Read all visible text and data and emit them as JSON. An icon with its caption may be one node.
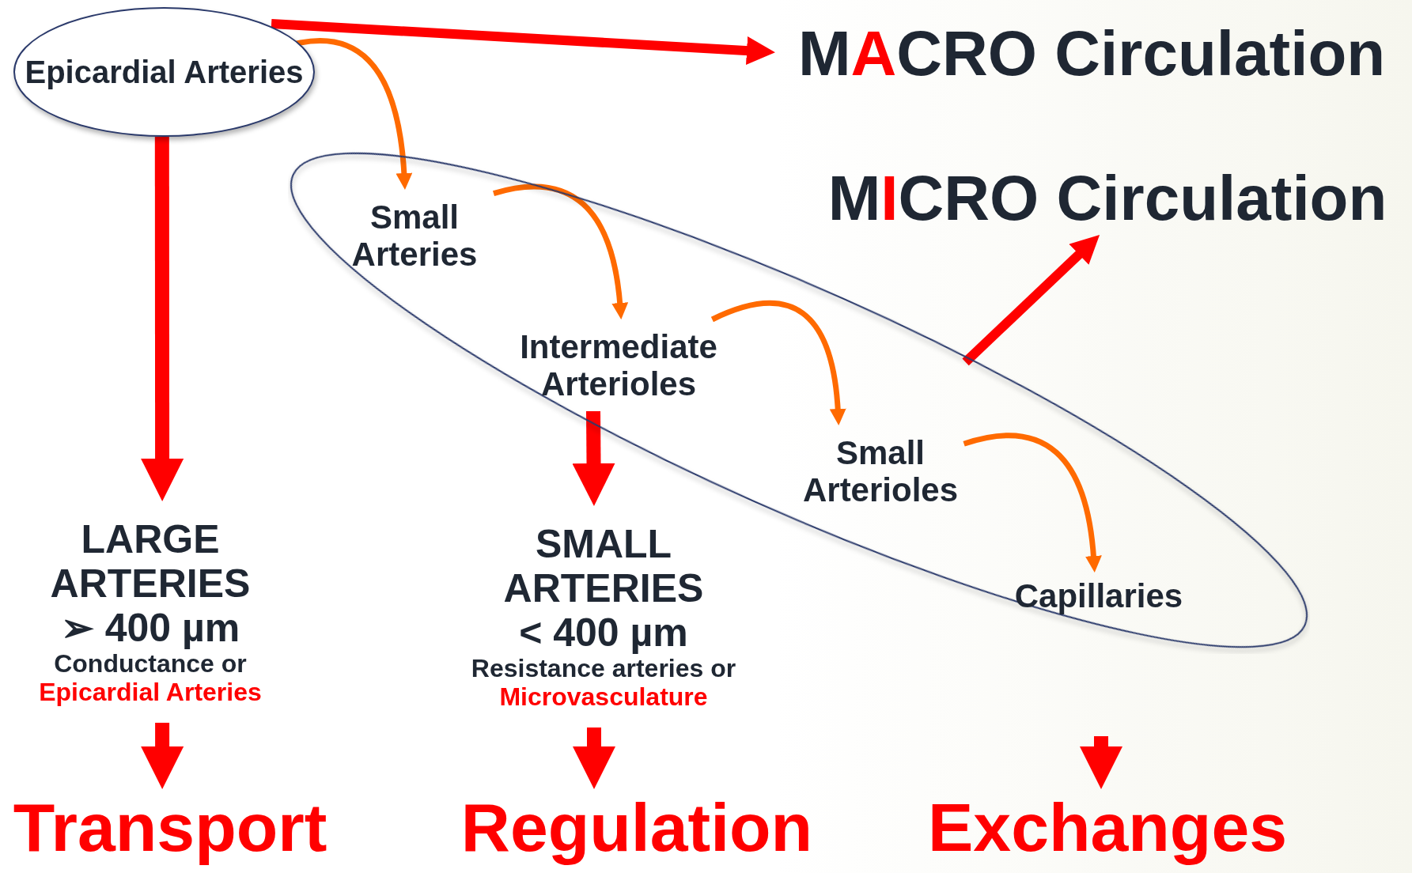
{
  "diagram": {
    "nodes": [
      {
        "text": [
          "Epicardial Arteries"
        ]
      },
      {
        "text": [
          "MACRO Circulation"
        ]
      },
      {
        "text": [
          "MICRO Circulation"
        ]
      },
      {
        "text": [],
        "shape": "ellipse"
      },
      {
        "text": [
          "Small Arteries"
        ],
        "in": 3
      },
      {
        "text": [
          "Intermediate Arterioles"
        ],
        "in": 3
      },
      {
        "text": [
          "Small Arterioles"
        ],
        "in": 3
      },
      {
        "text": [
          "Capillaries"
        ],
        "in": 3
      },
      {
        "text": [
          "LARGE ARTERIES",
          "➢ 400 µm",
          "Conductance or",
          "Epicardial Arteries"
        ]
      },
      {
        "text": [
          "SMALL ARTERIES",
          "< 400 µm",
          "Resistance arteries or",
          "Microvasculature"
        ]
      },
      {
        "text": [
          "Transport"
        ]
      },
      {
        "text": [
          "Regulation"
        ]
      },
      {
        "text": [
          "Exchanges"
        ]
      }
    ],
    "edges": [
      {
        "from": 0,
        "to": 1,
        "arrow": "to"
      },
      {
        "from": 0,
        "to": 8,
        "arrow": "to"
      },
      {
        "from": 0,
        "to": 4,
        "arrow": "to",
        "color": "#ff6a00"
      },
      {
        "from": 4,
        "to": 5,
        "arrow": "to",
        "color": "#ff6a00"
      },
      {
        "from": 5,
        "to": 6,
        "arrow": "to",
        "color": "#ff6a00"
      },
      {
        "from": 6,
        "to": 7,
        "arrow": "to",
        "color": "#ff6a00"
      },
      {
        "from": 3,
        "to": 2,
        "arrow": "to"
      },
      {
        "from": 5,
        "to": 9,
        "arrow": "to"
      },
      {
        "from": 8,
        "to": 10,
        "arrow": "to"
      },
      {
        "from": 9,
        "to": 11,
        "arrow": "to"
      },
      {
        "from": null,
        "to": 12,
        "arrow": "to"
      }
    ]
  }
}
